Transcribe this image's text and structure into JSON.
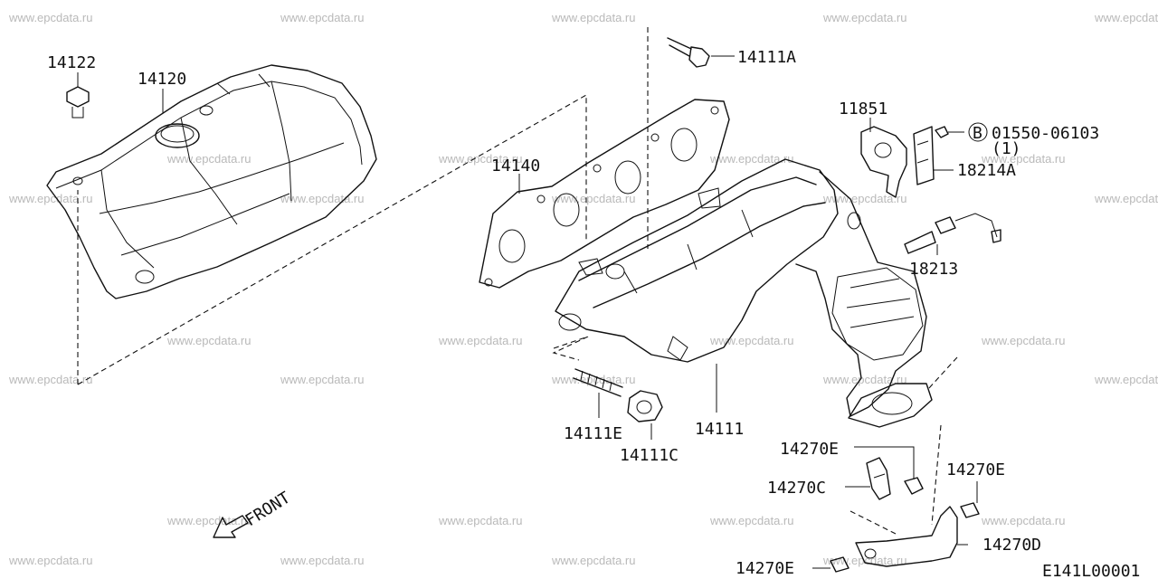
{
  "diagram": {
    "watermark_text": "www.epcdata.ru",
    "figure_code": "E141L00001",
    "front_label": "FRONT",
    "parts": {
      "p14122": "14122",
      "p14120": "14120",
      "p14140": "14140",
      "p14111A": "14111A",
      "p11851": "11851",
      "p01550": "01550-06103",
      "p01550_circle": "B",
      "p01550_qty": "(1)",
      "p18214A": "18214A",
      "p18213": "18213",
      "p14111E": "14111E",
      "p14111C": "14111C",
      "p14111": "14111",
      "p14270E_a": "14270E",
      "p14270E_b": "14270E",
      "p14270C": "14270C",
      "p14270D": "14270D",
      "p14270E_c": "14270E"
    }
  }
}
